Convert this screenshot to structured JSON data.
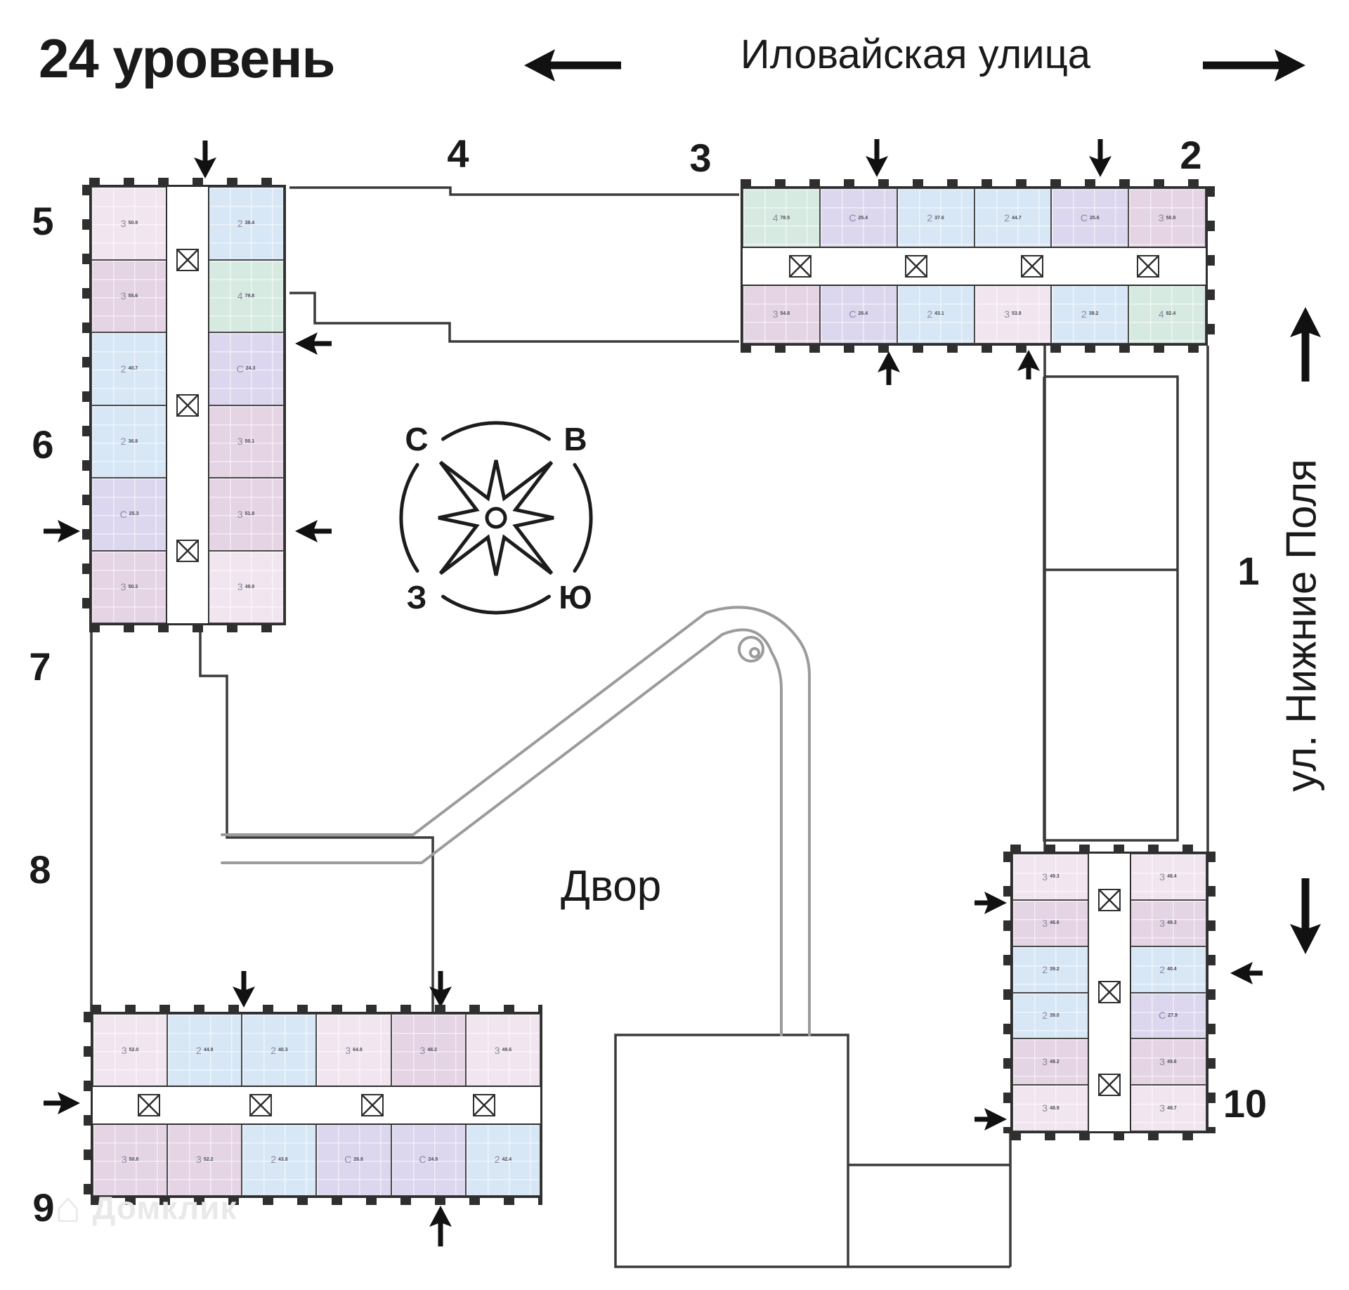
{
  "header": {
    "title": "24 уровень"
  },
  "streets": {
    "top": {
      "label": "Иловайская улица"
    },
    "right": {
      "label": "ул. Нижние Поля"
    }
  },
  "courtyard": {
    "label": "Двор"
  },
  "compass": {
    "north": "С",
    "east": "В",
    "west": "З",
    "south": "Ю"
  },
  "section_labels": {
    "s1": "1",
    "s2": "2",
    "s3": "3",
    "s4": "4",
    "s5": "5",
    "s6": "6",
    "s7": "7",
    "s8": "8",
    "s9": "9",
    "s10": "10"
  },
  "watermark": {
    "icon": "house-icon",
    "text": "Домклик"
  },
  "palette": {
    "wall": "#2f2f2f",
    "road_gray": "#9b9b9b",
    "unit_pink": "#f1e6ef",
    "unit_mauve": "#e4d4e4",
    "unit_blue": "#d8e7f5",
    "unit_lavender": "#dcd7ee",
    "unit_green": "#d7eae1",
    "watermark_gray": "#e9e9e9"
  },
  "buildings": [
    {
      "id": "b56",
      "sections": [
        "5",
        "6"
      ],
      "orientation": "vertical",
      "units": {
        "a": [
          {
            "t": "3",
            "a": "50.9",
            "c": "pink"
          },
          {
            "t": "3",
            "a": "55.6",
            "c": "mauve"
          },
          {
            "t": "2",
            "a": "40.7",
            "c": "blue"
          },
          {
            "t": "2",
            "a": "36.8",
            "c": "blue"
          },
          {
            "t": "С",
            "a": "25.3",
            "c": "lavender"
          },
          {
            "t": "3",
            "a": "50.3",
            "c": "mauve"
          }
        ],
        "b": [
          {
            "t": "2",
            "a": "38.4",
            "c": "blue"
          },
          {
            "t": "4",
            "a": "79.8",
            "c": "green"
          },
          {
            "t": "С",
            "a": "24.3",
            "c": "lavender"
          },
          {
            "t": "3",
            "a": "50.1",
            "c": "mauve"
          },
          {
            "t": "3",
            "a": "51.8",
            "c": "mauve"
          },
          {
            "t": "3",
            "a": "49.9",
            "c": "pink"
          }
        ]
      }
    },
    {
      "id": "b32",
      "sections": [
        "3",
        "2"
      ],
      "orientation": "horizontal",
      "units": {
        "a": [
          {
            "t": "4",
            "a": "78.5",
            "c": "green"
          },
          {
            "t": "С",
            "a": "25.4",
            "c": "lavender"
          },
          {
            "t": "2",
            "a": "37.6",
            "c": "blue"
          },
          {
            "t": "2",
            "a": "44.7",
            "c": "blue"
          },
          {
            "t": "С",
            "a": "25.6",
            "c": "lavender"
          },
          {
            "t": "3",
            "a": "50.8",
            "c": "mauve"
          }
        ],
        "b": [
          {
            "t": "3",
            "a": "54.8",
            "c": "mauve"
          },
          {
            "t": "С",
            "a": "26.4",
            "c": "lavender"
          },
          {
            "t": "2",
            "a": "43.1",
            "c": "blue"
          },
          {
            "t": "3",
            "a": "53.8",
            "c": "pink"
          },
          {
            "t": "2",
            "a": "38.2",
            "c": "blue"
          },
          {
            "t": "4",
            "a": "82.4",
            "c": "green"
          }
        ]
      }
    },
    {
      "id": "b9",
      "sections": [
        "9"
      ],
      "orientation": "horizontal",
      "units": {
        "a": [
          {
            "t": "3",
            "a": "52.0",
            "c": "pink"
          },
          {
            "t": "2",
            "a": "44.9",
            "c": "blue"
          },
          {
            "t": "2",
            "a": "40.3",
            "c": "blue"
          },
          {
            "t": "3",
            "a": "64.8",
            "c": "pink"
          },
          {
            "t": "3",
            "a": "48.2",
            "c": "mauve"
          },
          {
            "t": "3",
            "a": "49.6",
            "c": "pink"
          }
        ],
        "b": [
          {
            "t": "3",
            "a": "50.8",
            "c": "mauve"
          },
          {
            "t": "3",
            "a": "52.2",
            "c": "mauve"
          },
          {
            "t": "2",
            "a": "43.8",
            "c": "blue"
          },
          {
            "t": "С",
            "a": "26.8",
            "c": "lavender"
          },
          {
            "t": "С",
            "a": "24.9",
            "c": "lavender"
          },
          {
            "t": "2",
            "a": "42.4",
            "c": "blue"
          }
        ]
      }
    },
    {
      "id": "b10",
      "sections": [
        "10"
      ],
      "orientation": "vertical",
      "units": {
        "a": [
          {
            "t": "3",
            "a": "49.3",
            "c": "pink"
          },
          {
            "t": "3",
            "a": "48.6",
            "c": "mauve"
          },
          {
            "t": "2",
            "a": "39.2",
            "c": "blue"
          },
          {
            "t": "2",
            "a": "39.0",
            "c": "blue"
          },
          {
            "t": "3",
            "a": "48.2",
            "c": "mauve"
          },
          {
            "t": "3",
            "a": "48.9",
            "c": "pink"
          }
        ],
        "b": [
          {
            "t": "3",
            "a": "48.4",
            "c": "pink"
          },
          {
            "t": "3",
            "a": "49.3",
            "c": "mauve"
          },
          {
            "t": "2",
            "a": "40.4",
            "c": "blue"
          },
          {
            "t": "С",
            "a": "27.9",
            "c": "lavender"
          },
          {
            "t": "3",
            "a": "49.6",
            "c": "mauve"
          },
          {
            "t": "3",
            "a": "48.7",
            "c": "pink"
          }
        ]
      }
    }
  ]
}
